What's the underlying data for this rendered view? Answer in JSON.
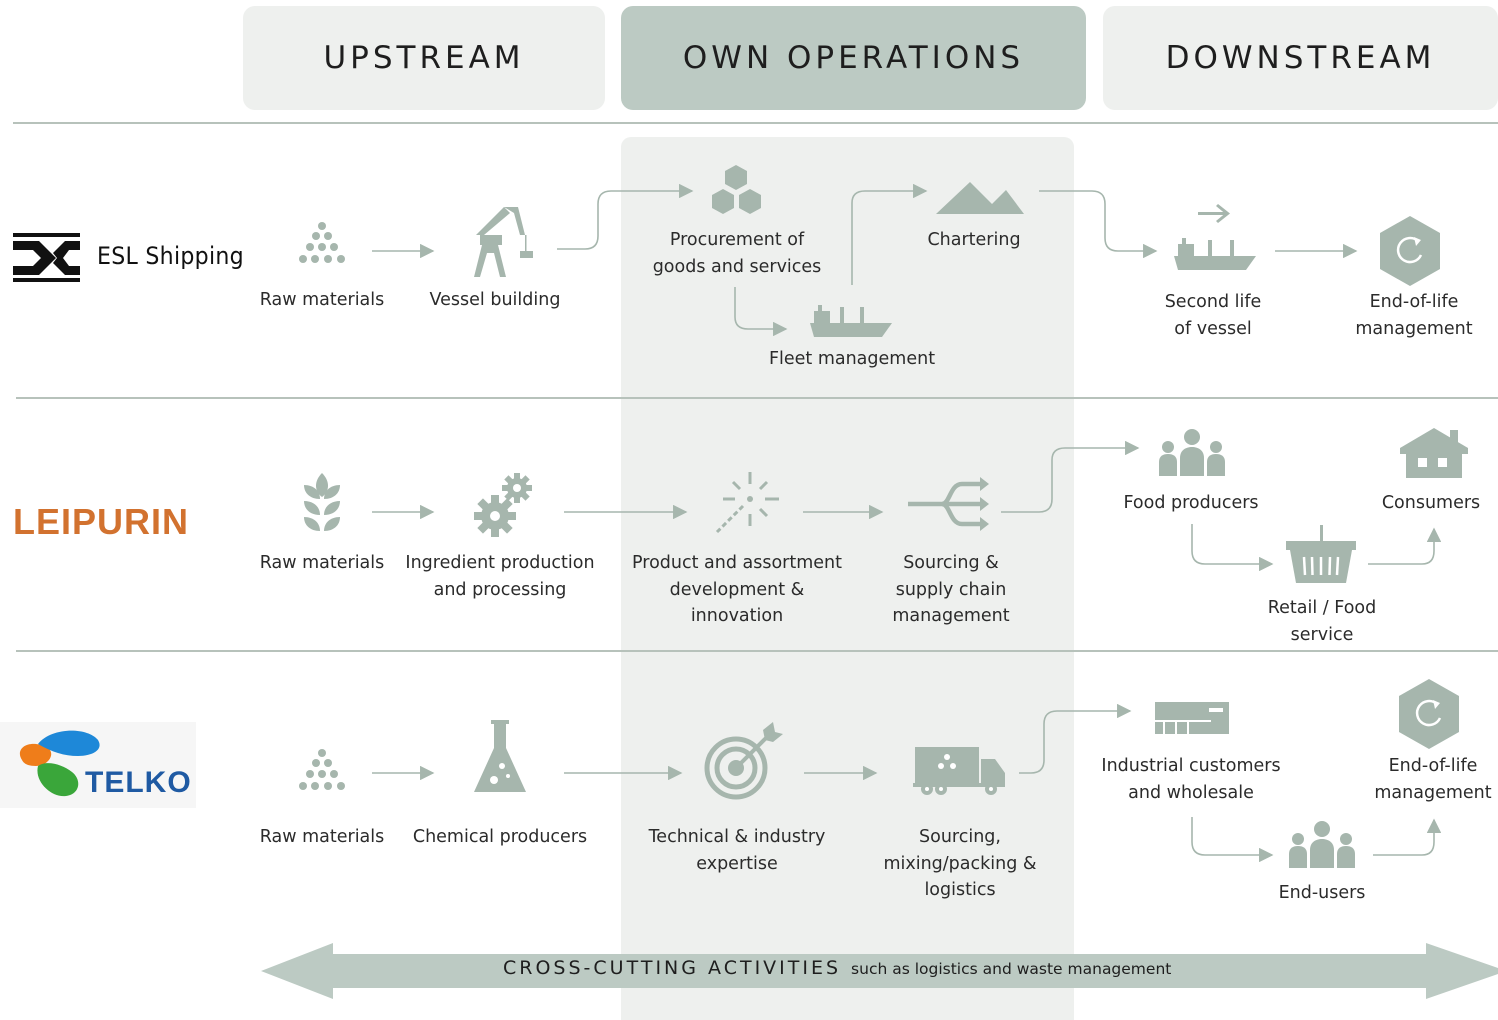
{
  "headers": {
    "upstream": "UPSTREAM",
    "own_operations": "OWN OPERATIONS",
    "downstream": "DOWNSTREAM"
  },
  "colors": {
    "icon": "#a6b6ad",
    "header_own": "#bccac3",
    "header_side": "#eef0ee",
    "leipurin_orange": "#d2722f",
    "telko_blue": "#1f5aa3"
  },
  "rows": {
    "esl": {
      "logo_text": "ESL Shipping",
      "raw_materials": "Raw materials",
      "vessel_building": "Vessel building",
      "procurement": "Procurement of\ngoods and services",
      "chartering": "Chartering",
      "fleet_management": "Fleet management",
      "second_life": "Second life\nof vessel",
      "end_of_life": "End-of-life\nmanagement"
    },
    "leipurin": {
      "logo_text": "LEIPURIN",
      "raw_materials": "Raw materials",
      "ingredient": "Ingredient production\nand processing",
      "product_dev": "Product and assortment\ndevelopment &\ninnovation",
      "sourcing": "Sourcing &\nsupply chain\nmanagement",
      "food_producers": "Food producers",
      "consumers": "Consumers",
      "retail": "Retail / Food service"
    },
    "telko": {
      "logo_text": "TELKO",
      "raw_materials": "Raw materials",
      "chemical": "Chemical producers",
      "technical": "Technical & industry\nexpertise",
      "sourcing": "Sourcing,\nmixing/packing &\nlogistics",
      "industrial": "Industrial customers\nand wholesale",
      "end_of_life": "End-of-life\nmanagement",
      "end_users": "End-users"
    }
  },
  "cross_cutting": {
    "title": "CROSS-CUTTING ACTIVITIES",
    "subtitle": "such as logistics and waste management"
  }
}
